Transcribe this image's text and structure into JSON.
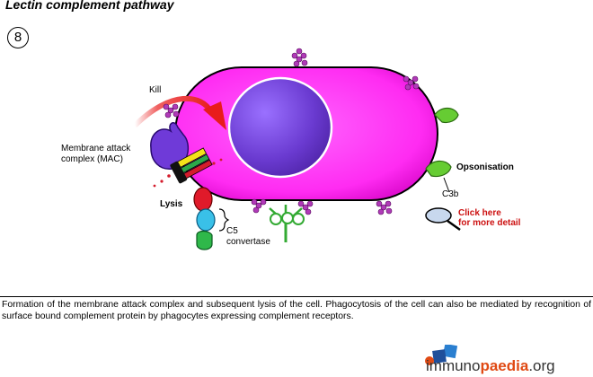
{
  "header": {
    "title": "Lectin complement pathway",
    "step_number": "8"
  },
  "labels": {
    "kill": "Kill",
    "mac_line1": "Membrane attack",
    "mac_line2": "complex (MAC)",
    "lysis": "Lysis",
    "c5_line1": "C5",
    "c5_line2": "convertase",
    "opsonisation": "Opsonisation",
    "c3b": "C3b",
    "click_line1": "Click here",
    "click_line2": "for more detail"
  },
  "caption": "Formation of the membrane attack complex and subsequent lysis of the cell. Phagocytosis of the cell can also be mediated by recognition of surface bound complement protein by phagocytes expressing complement receptors.",
  "logo": {
    "part1": "immuno",
    "part2": "paedia",
    "part3": ".org"
  },
  "colors": {
    "cell": "#ff33ff",
    "nucleus": "#6a3ad0",
    "arrow": "#e81c1c",
    "c3b": "#66cc33",
    "click_text": "#cc1010",
    "logo_accent": "#e04a14"
  }
}
